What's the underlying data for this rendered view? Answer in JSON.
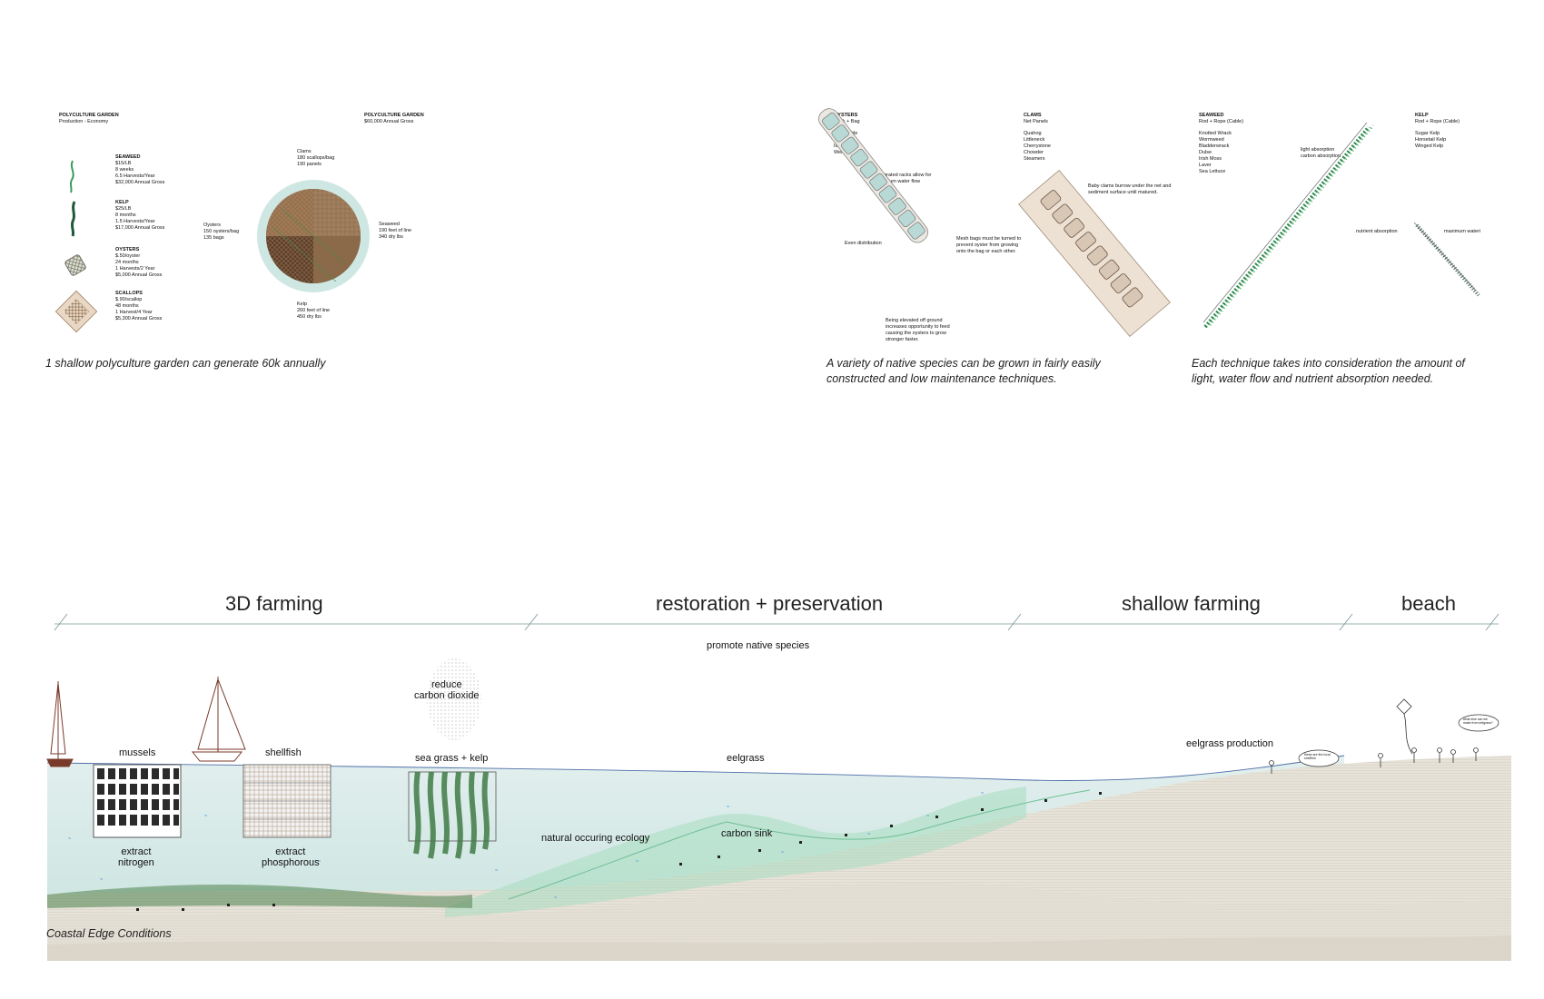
{
  "garden": {
    "title": "POLYCULTURE GARDEN",
    "subtitle": "Production - Economy",
    "right_title": "POLYCULTURE GARDEN",
    "right_subtitle": "$60,000 Annual Gross",
    "caption": "1 shallow polyculture garden can generate 60k annually",
    "species": [
      {
        "name": "SEAWEED",
        "lines": [
          "$15/LB",
          "8 weeks",
          "6.5 Harvests/Year",
          "$32,000 Annual Gross"
        ]
      },
      {
        "name": "KELP",
        "lines": [
          "$25/LB",
          "8 months",
          "1.5 Harvests/Year",
          "$17,000 Annual Gross"
        ]
      },
      {
        "name": "OYSTERS",
        "lines": [
          "$.50/oyster",
          "24 months",
          "1 Harvests/2 Year",
          "$5,000 Annual Gross"
        ]
      },
      {
        "name": "SCALLOPS",
        "lines": [
          "$.90/scallop",
          "48 months",
          "1 Harvest/4 Year",
          "$5,300 Annual Gross"
        ]
      }
    ],
    "circle_labels": {
      "clams": [
        "Clams",
        "180 scallops/bag",
        "190 panels"
      ],
      "oysters": [
        "Oysters",
        "150 oysters/bag",
        "135 bags"
      ],
      "seaweed": [
        "Seaweed",
        "190 feet of line",
        "340 dry lbs"
      ],
      "kelp": [
        "Kelp",
        "260 feet of line",
        "450 dry lbs"
      ]
    }
  },
  "techniques": {
    "oysters": {
      "title": "OYSTERS",
      "method": "Rack + Bag",
      "varieties": [
        "Barnstable",
        "Cotuit",
        "Island Creek",
        "Wellfleet"
      ],
      "notes": [
        "Perforated racks allow for maximum water flow",
        "Even distribution",
        "Mesh bags must be turned to prevent oyster from growing onto the bag or each other.",
        "Being elevated off ground increases opportunity to feed causing the oysters to grow stronger faster."
      ]
    },
    "clams": {
      "title": "CLAMS",
      "method": "Net Panels",
      "varieties": [
        "Quahog",
        "Littleneck",
        "Cherrystone",
        "Chowder",
        "Steamers"
      ],
      "notes": [
        "Baby clams burrow under the net and sediment surface until matured."
      ]
    },
    "seaweed": {
      "title": "SEAWEED",
      "method": "Rod + Rope (Cable)",
      "varieties": [
        "Knotted Wrack",
        "Wormweed",
        "Bladderwrack",
        "Dulse",
        "Irish Moss",
        "Laver",
        "Sea Lettuce"
      ],
      "notes": [
        "light absorption",
        "carbon absorption"
      ]
    },
    "kelp": {
      "title": "KELP",
      "method": "Rod + Rope (Cable)",
      "varieties": [
        "Sugar Kelp",
        "Horsetail Kelp",
        "Winged Kelp"
      ],
      "notes": [
        "nutrient absorption",
        "maximum wateri"
      ]
    },
    "caption_1": [
      "A variety of native species can be grown in fairly easily",
      "constructed and low maintenance techniques."
    ],
    "caption_2": [
      "Each technique takes into consideration the amount of",
      "light, water flow and nutrient absorption needed."
    ]
  },
  "section": {
    "zones": [
      "3D farming",
      "restoration + preservation",
      "shallow farming",
      "beach"
    ],
    "promote": "promote native species",
    "labels": {
      "mussels": "mussels",
      "shellfish": "shellfish",
      "reduce": [
        "reduce",
        "carbon dioxide"
      ],
      "seagrass_kelp": "sea grass + kelp",
      "eelgrass": "eelgrass",
      "eelgrass_production": "eelgrass production",
      "extract_nitrogen": [
        "extract",
        "nitrogen"
      ],
      "extract_phosphorous": [
        "extract",
        "phosphorous"
      ],
      "natural_ecology": "natural occuring ecology",
      "carbon_sink": "carbon sink",
      "bubble_1": [
        "these are the local",
        "shellfish"
      ],
      "bubble_2": [
        "what else can we",
        "make from eelgrass?"
      ]
    },
    "caption": "Coastal Edge Conditions"
  },
  "colors": {
    "water": "#dcebea",
    "sand": "#e4e0d6",
    "kelp_green": "#3f7a45",
    "eelgrass_green": "#9fd6b8",
    "line_teal": "#6f8c8c"
  }
}
